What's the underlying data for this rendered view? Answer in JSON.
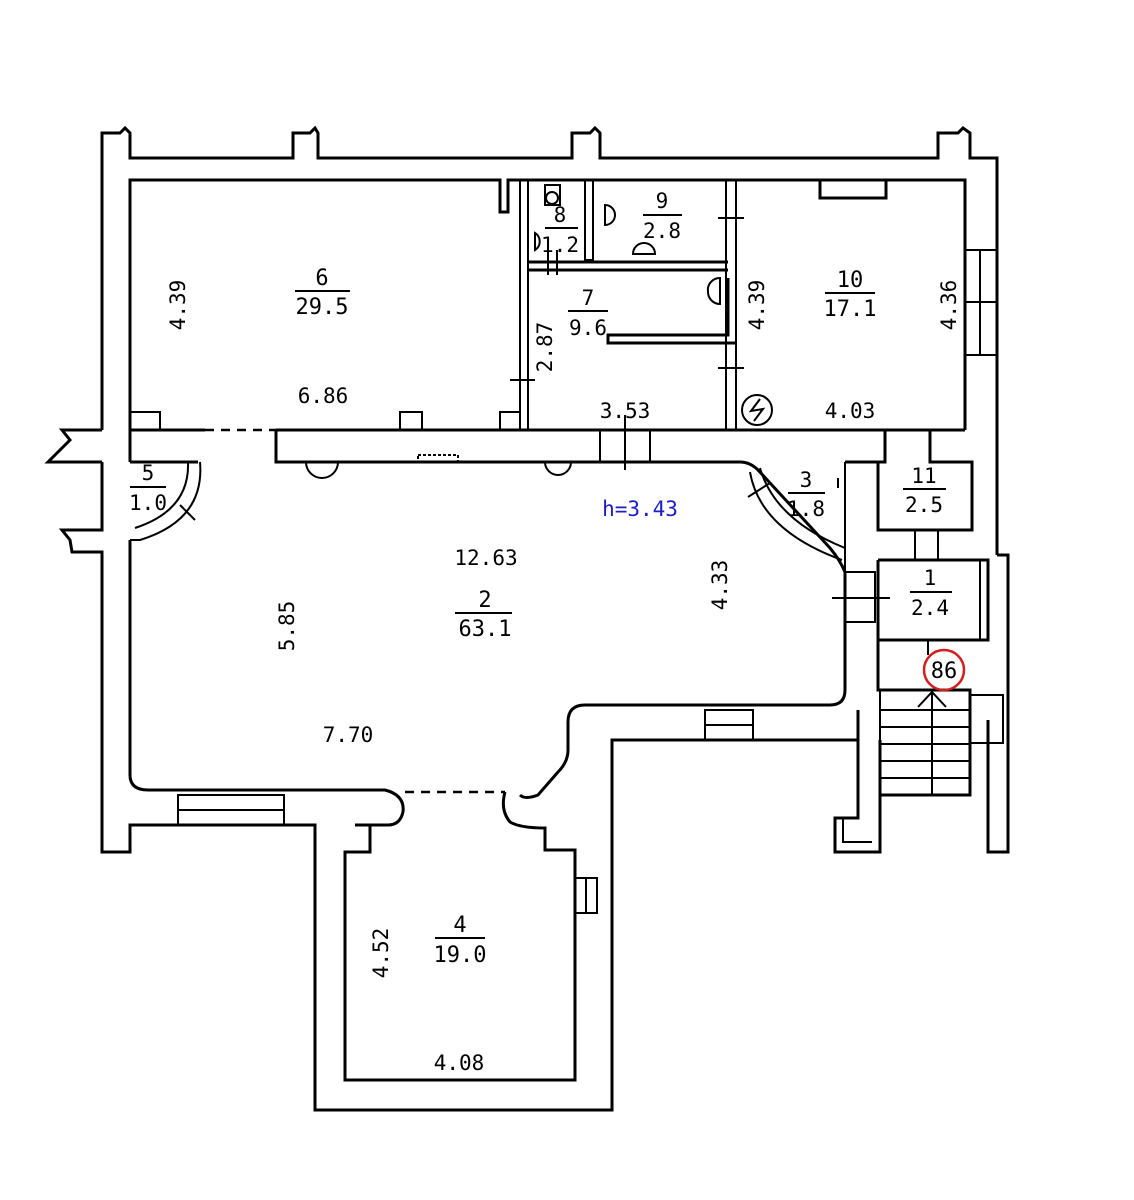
{
  "ceiling_height": "h=3.43",
  "rooms": [
    {
      "id": "r6",
      "number": "6",
      "area": "29.5"
    },
    {
      "id": "r8",
      "number": "8",
      "area": "1.2"
    },
    {
      "id": "r9",
      "number": "9",
      "area": "2.8"
    },
    {
      "id": "r7",
      "number": "7",
      "area": "9.6"
    },
    {
      "id": "r10",
      "number": "10",
      "area": "17.1"
    },
    {
      "id": "r5",
      "number": "5",
      "area": "1.0"
    },
    {
      "id": "r3",
      "number": "3",
      "area": "1.8"
    },
    {
      "id": "r11",
      "number": "11",
      "area": "2.5"
    },
    {
      "id": "r2",
      "number": "2",
      "area": "63.1"
    },
    {
      "id": "r1",
      "number": "1",
      "area": "2.4"
    },
    {
      "id": "r4",
      "number": "4",
      "area": "19.0"
    }
  ],
  "dimensions": {
    "room6_height": "4.39",
    "room6_width": "6.86",
    "room7_height": "2.87",
    "corridor_width": "3.53",
    "room10_left_height": "4.39",
    "room10_right_height": "4.36",
    "room10_width": "4.03",
    "hall_width_top": "12.63",
    "hall_height_left": "5.85",
    "hall_height_right": "4.33",
    "hall_width_bottom": "7.70",
    "room4_height": "4.52",
    "room4_width": "4.08"
  },
  "marker": "86"
}
